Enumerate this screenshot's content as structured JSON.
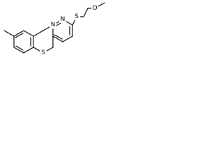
{
  "molecule": {
    "atoms": {
      "O": "O",
      "S_thioether": "S",
      "N_top": "N",
      "N_left": "N",
      "S_ring": "S"
    }
  }
}
